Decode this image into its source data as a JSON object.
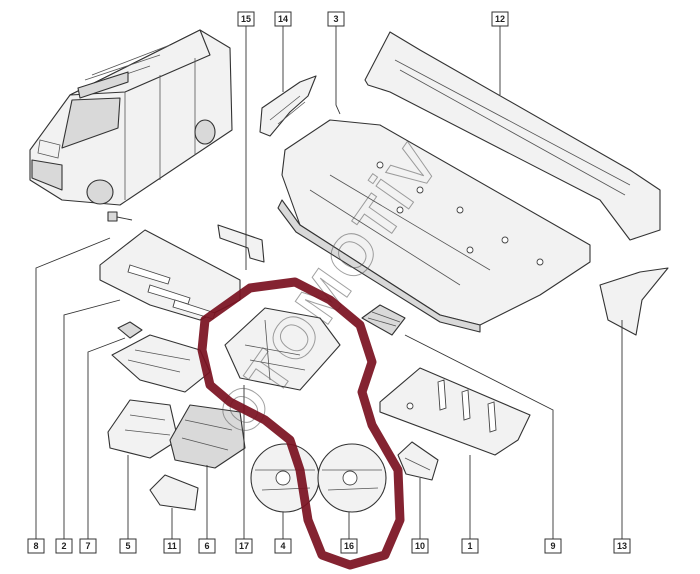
{
  "diagram": {
    "callouts": [
      {
        "id": "callout-15",
        "label": "15"
      },
      {
        "id": "callout-14",
        "label": "14"
      },
      {
        "id": "callout-3",
        "label": "3"
      },
      {
        "id": "callout-12",
        "label": "12"
      },
      {
        "id": "callout-8",
        "label": "8"
      },
      {
        "id": "callout-2",
        "label": "2"
      },
      {
        "id": "callout-7",
        "label": "7"
      },
      {
        "id": "callout-5",
        "label": "5"
      },
      {
        "id": "callout-11",
        "label": "11"
      },
      {
        "id": "callout-6",
        "label": "6"
      },
      {
        "id": "callout-17",
        "label": "17"
      },
      {
        "id": "callout-4",
        "label": "4"
      },
      {
        "id": "callout-16",
        "label": "16"
      },
      {
        "id": "callout-10",
        "label": "10"
      },
      {
        "id": "callout-1",
        "label": "1"
      },
      {
        "id": "callout-9",
        "label": "9"
      },
      {
        "id": "callout-13",
        "label": "13"
      }
    ],
    "watermark": "OTOMOTİV",
    "highlight_color": "#7a1020"
  }
}
